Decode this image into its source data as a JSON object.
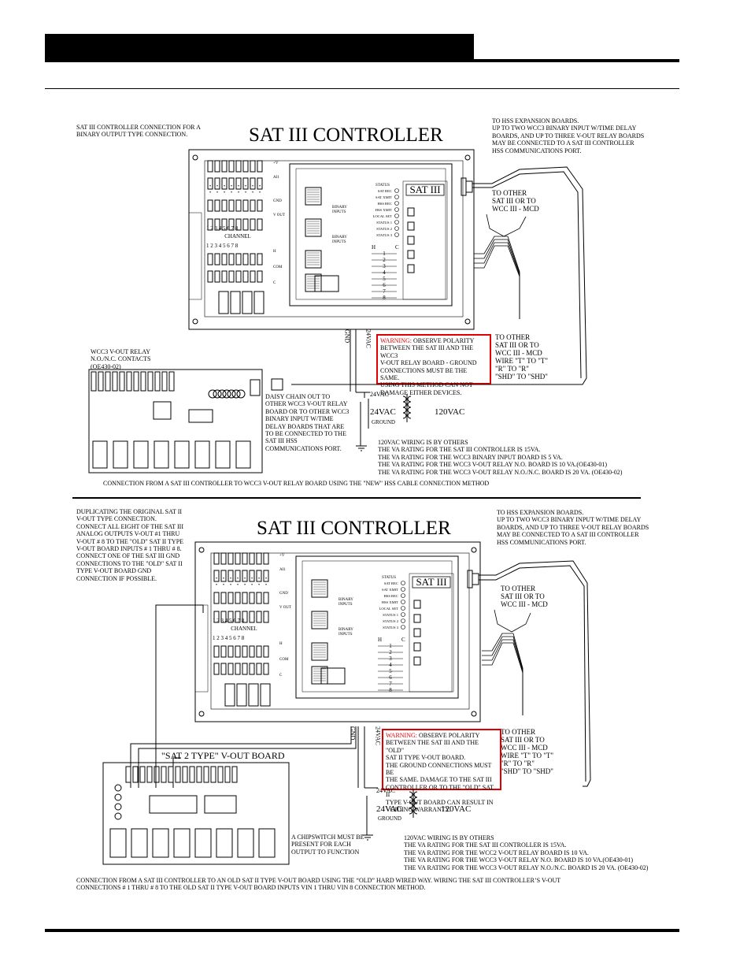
{
  "section1": {
    "note_left": "SAT III CONTROLLER CONNECTION FOR A\nBINARY OUTPUT TYPE CONNECTION.",
    "title": "SAT III CONTROLLER",
    "note_right": "TO HSS EXPANSION BOARDS.\nUP TO TWO WCC3 BINARY INPUT W/TIME DELAY\nBOARDS, AND UP TO THREE V-OUT RELAY BOARDS\nMAY BE CONNECTED TO A SAT III CONTROLLER\nHSS COMMUNICATIONS PORT.",
    "to_other_mcd": "TO OTHER\nSAT III OR TO\nWCC III - MCD",
    "to_other_wire": "TO OTHER\nSAT III OR TO\nWCC III - MCD\nWIRE \"T\" TO \"T\"\n\"R\" TO \"R\"\n\"SHD\" TO \"SHD\"",
    "warning_label": "WARNING:",
    "warning_text": " OBSERVE POLARITY\nBETWEEN THE SAT III AND THE WCC3\nV-OUT RELAY BOARD - GROUND\nCONNECTIONS MUST BE THE SAME.\nUSING THIS METHOD CAN NOT\nDAMAGE EITHER DEVICES.",
    "relay_note": "WCC3 V-OUT RELAY\nN.O./N.C. CONTACTS\n(OE430-02)",
    "daisy_chain": "DAISY CHAIN OUT TO\nOTHER WCC3 V-OUT RELAY\nBOARD OR TO OTHER WCC3\nBINARY INPUT W/TIME\nDELAY BOARDS THAT ARE\nTO BE CONNECTED TO THE\nSAT III HSS\nCOMMUNICATIONS PORT.",
    "gnd": "GND",
    "v24vac_vertical": "24VAC",
    "v24vac_wire": "24VAC",
    "v24vac_xfmr": "24VAC",
    "ground": "GROUND",
    "v120vac": "120VAC",
    "va_ratings": "120VAC WIRING IS BY OTHERS\nTHE VA RATING FOR THE SAT III CONTROLLER IS 15VA.\nTHE VA RATING FOR THE WCC3 BINARY INPUT BOARD IS 5 VA.\nTHE VA RATING FOR THE WCC3 V-OUT RELAY N.O. BOARD IS 10 VA.(OE430-01)\nTHE VA RATING FOR THE WCC3 V-OUT RELAY N.O./N.C. BOARD IS 20 VA. (OE430-02)",
    "caption": "CONNECTION FROM A SAT III CONTROLLER TO WCC3 V-OUT RELAY BOARD USING THE \"NEW\" HSS CABLE CONNECTION METHOD"
  },
  "section2": {
    "note_left": "DUPLICATING THE ORIGINAL SAT II\nV-OUT TYPE CONNECTION.\nCONNECT ALL EIGHT OF THE SAT III\nANALOG OUTPUTS V-OUT  #1 THRU\nV-OUT  # 8 TO THE \"OLD\" SAT II TYPE\nV-OUT BOARD INPUTS # 1 THRU  # 8.\nCONNECT ONE OF THE SAT III GND\nCONNECTIONS TO THE \"OLD\" SAT II\nTYPE V-OUT BOARD GND\nCONNECTION IF POSSIBLE.",
    "title": "SAT III CONTROLLER",
    "note_right": "TO HSS EXPANSION BOARDS.\nUP TO TWO WCC3 BINARY INPUT W/TIME DELAY\nBOARDS, AND UP TO THREE V-OUT RELAY BOARDS\nMAY BE CONNECTED TO A SAT III CONTROLLER\nHSS COMMUNICATIONS PORT.",
    "to_other_mcd": "TO OTHER\nSAT III OR TO\nWCC III - MCD",
    "to_other_wire": "TO OTHER\nSAT III OR TO\nWCC III - MCD\nWIRE \"T\" TO \"T\"\n\"R\" TO \"R\"\n\"SHD\" TO \"SHD\"",
    "warning_label": "WARNING:",
    "warning_text": " OBSERVE POLARITY\nBETWEEN THE SAT III AND THE \"OLD\"\nSAT II TYPE V-OUT BOARD.\nTHE GROUND CONNECTIONS MUST BE\nTHE SAME.  DAMAGE TO THE SAT III\nCONTROLLER OR TO THE \"OLD\" SAT II\nTYPE V-OUT BOARD CAN RESULT IN\nVOIDING WARRANTY.",
    "board_label": "\"SAT 2 TYPE\" V-OUT BOARD",
    "chipswitch": "A CHIPSWITCH MUST BE\nPRESENT FOR EACH\nOUTPUT TO FUNCTION",
    "gnd": "GND",
    "v24vac_vertical": "24VAC",
    "v24vac_wire": "24VAC",
    "v24vac_xfmr": "24VAC",
    "ground": "GROUND",
    "v120vac": "120VAC",
    "va_ratings": "120VAC WIRING IS BY OTHERS\nTHE VA RATING FOR THE SAT III CONTROLLER IS 15VA.\nTHE VA RATING FOR THE WCC2 V-OUT RELAY BOARD IS 10 VA.\nTHE VA RATING FOR THE WCC3 V-OUT RELAY N.O. BOARD IS 10 VA.(OE430-01)\nTHE VA RATING FOR THE WCC3 V-OUT RELAY N.O./N.C. BOARD IS 20 VA. (OE430-02)",
    "caption": "CONNECTION FROM A SAT III CONTROLLER TO AN OLD SAT II TYPE V-OUT BOARD USING THE “OLD” HARD WIRED WAY. WIRING THE SAT III CONTROLLER’S V-OUT\nCONNECTIONS # 1 THRU # 8 TO THE  OLD SAT II TYPE V-OUT BOARD INPUTS VIN 1 THRU VIN 8 CONNECTION METHOD."
  },
  "board": {
    "logo": "SAT III",
    "channel": "CHANNEL",
    "channel_numbers": [
      "1",
      "2",
      "3",
      "4",
      "5",
      "6",
      "7",
      "8"
    ],
    "status_header": "STATUS",
    "status_labels": [
      "SAT REC",
      "SAT XMIT",
      "HSS REC",
      "HSS XMIT",
      "LOCAL SET",
      "STATUS 1",
      "STATUS 2",
      "STATUS 3"
    ],
    "binary_inputs": "BINARY\nINPUTS",
    "hc": [
      "H",
      "C"
    ],
    "hc_numbers": [
      "1",
      "2",
      "3",
      "4",
      "5",
      "6",
      "7",
      "8"
    ],
    "side_labels": [
      "+V",
      "AI1",
      "GND",
      "V OUT",
      "H",
      "COM",
      "C"
    ]
  }
}
